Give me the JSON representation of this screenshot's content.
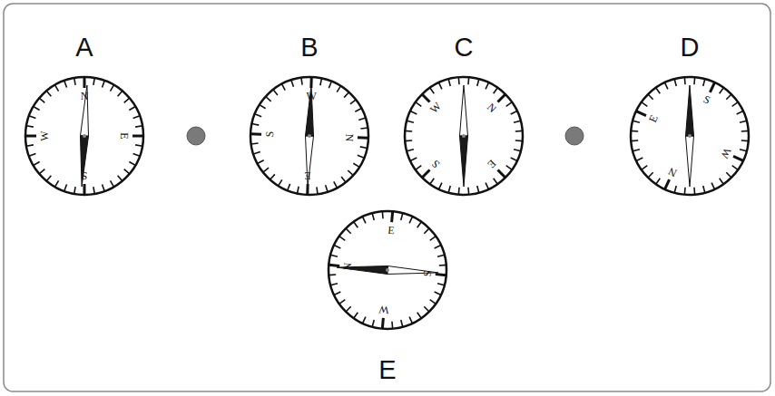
{
  "diagram": {
    "nodes": [
      {
        "text": [
          "A",
          "N",
          "E",
          "S",
          "W"
        ]
      },
      {
        "text": [
          "B",
          "N",
          "E",
          "S",
          "W"
        ]
      },
      {
        "text": [
          "C",
          "N",
          "E",
          "S",
          "W"
        ]
      },
      {
        "text": [
          "D",
          "N",
          "E",
          "S",
          "W"
        ]
      },
      {
        "text": [
          "E",
          "N",
          "E",
          "S",
          "W"
        ]
      }
    ]
  }
}
